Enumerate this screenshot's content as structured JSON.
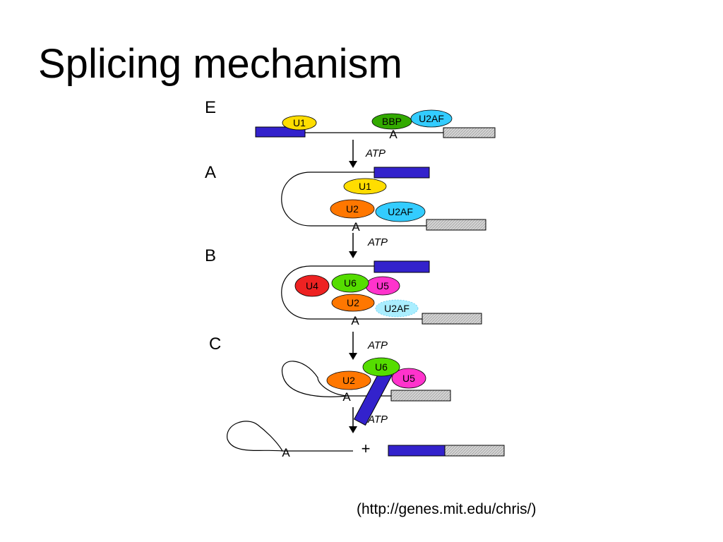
{
  "title": "Splicing mechanism",
  "source": "(http://genes.mit.edu/chris/)",
  "stages": {
    "e": "E",
    "a": "A",
    "b": "B",
    "c": "C"
  },
  "arrow_label": "ATP",
  "branch_point": "A",
  "plus": "+",
  "proteins": {
    "u1": "U1",
    "u2": "U2",
    "u4": "U4",
    "u5": "U5",
    "u6": "U6",
    "bbp": "BBP",
    "u2af": "U2AF"
  },
  "colors": {
    "exon1": "#3322cc",
    "exon2": "#d4d4d4",
    "u1": "#ffdd00",
    "u2": "#ff7700",
    "u2af": "#33ccff",
    "u2af_faded": "#aaeeff",
    "bbp": "#33aa00",
    "u4": "#ee2222",
    "u5": "#ff33cc",
    "u6": "#55dd00"
  }
}
